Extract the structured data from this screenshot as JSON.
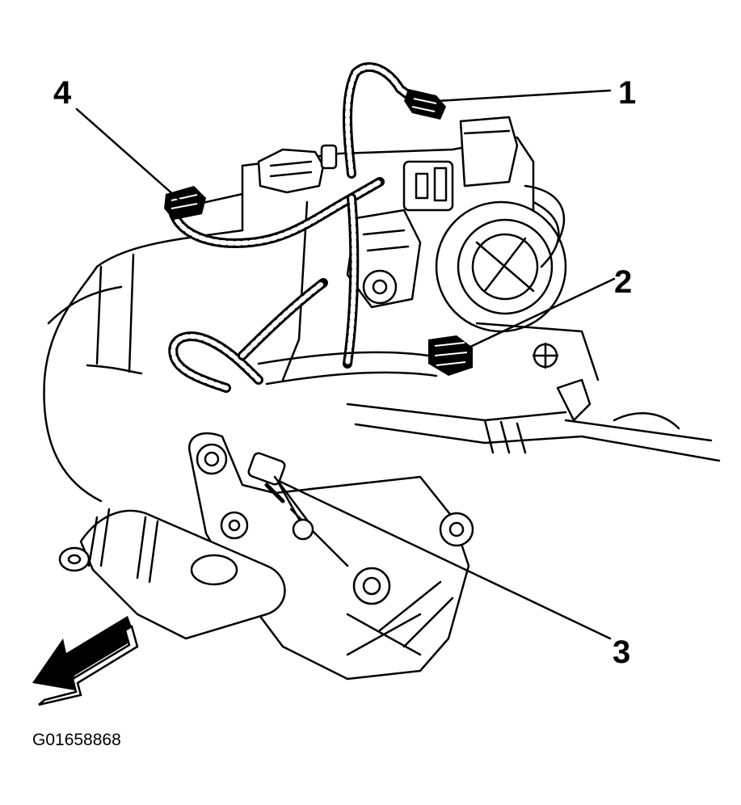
{
  "diagram": {
    "callouts": [
      {
        "id": "1",
        "label": "1"
      },
      {
        "id": "2",
        "label": "2"
      },
      {
        "id": "3",
        "label": "3"
      },
      {
        "id": "4",
        "label": "4"
      }
    ],
    "figure_code": "G01658868",
    "direction_arrow_icon": "front-direction-arrow-icon"
  }
}
